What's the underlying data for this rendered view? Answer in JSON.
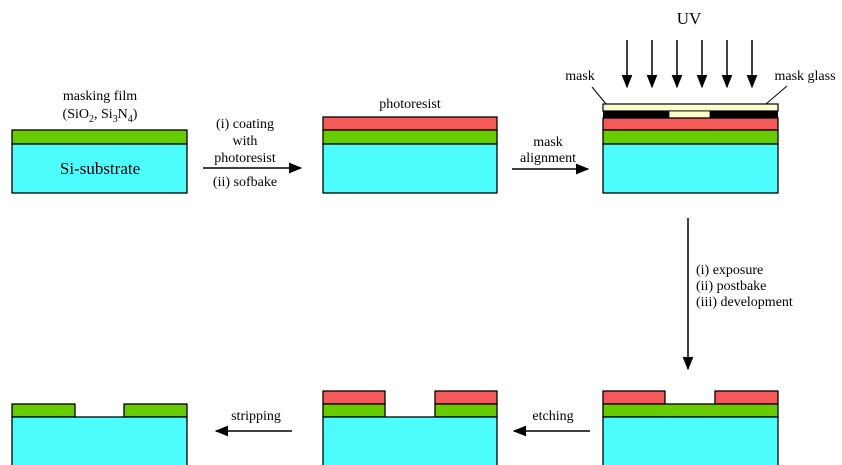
{
  "labels": {
    "masking_film_line1": "masking film",
    "masking_film_line2": {
      "p1": "(SiO",
      "s1": "2",
      "p2": ", Si",
      "s2": "3",
      "p3": "N",
      "s3": "4",
      "p4": ")"
    },
    "si_substrate": "Si-substrate",
    "photoresist": "photoresist",
    "uv": "UV",
    "mask": "mask",
    "mask_glass": "mask glass"
  },
  "steps": {
    "coating": [
      "(i) coating",
      "with",
      "photoresist"
    ],
    "softbake": "(ii) sofbake",
    "mask_alignment": [
      "mask",
      "alignment"
    ],
    "exposure": [
      "(i) exposure",
      "(ii) postbake",
      "(iii) development"
    ],
    "etching": "etching",
    "stripping": "stripping"
  },
  "colors": {
    "substrate": "#4dfdfd",
    "masking_film": "#66cc00",
    "photoresist": "#f55a5a",
    "mask": "#000000",
    "mask_glass": "#fefecc"
  }
}
